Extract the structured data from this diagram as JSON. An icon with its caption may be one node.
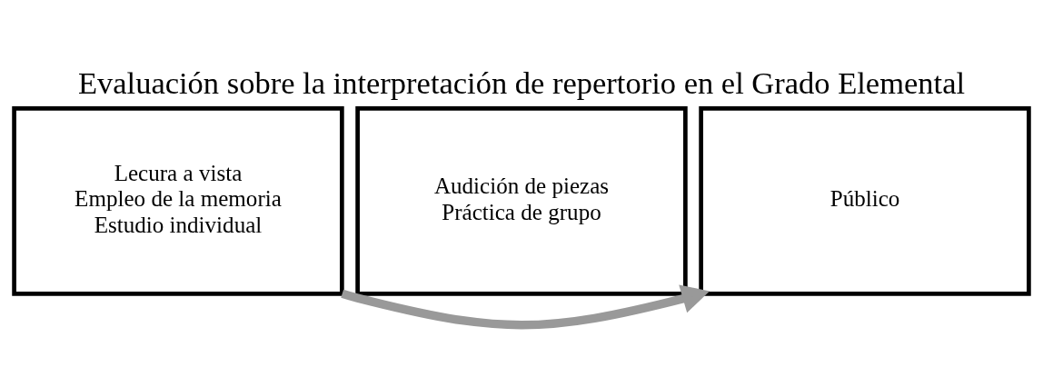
{
  "diagram": {
    "title": "Evaluación sobre la interpretación de repertorio en el Grado Elemental",
    "nodes": [
      {
        "text": [
          "Lecura a vista",
          "Empleo de la memoria",
          "Estudio individual"
        ]
      },
      {
        "text": [
          "Audición de piezas",
          "Práctica de grupo"
        ]
      },
      {
        "text": [
          "Público"
        ]
      }
    ],
    "edges": [
      {
        "from": 0,
        "to": 2,
        "arrow": "to"
      }
    ]
  }
}
